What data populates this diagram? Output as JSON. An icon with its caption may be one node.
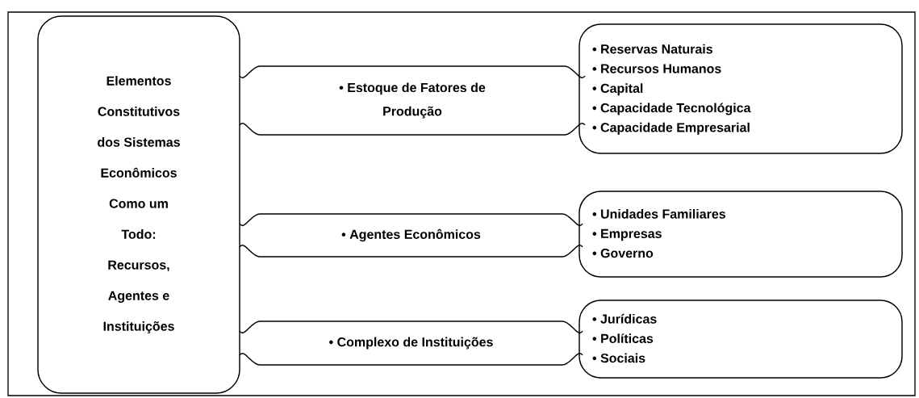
{
  "diagram": {
    "nodes": [
      {
        "text": [
          "Elementos Constitutivos dos Sistemas Econômicos Como um Todo: Recursos, Agentes e Instituições"
        ]
      },
      {
        "text": [
          "• Estoque de Fatores de Produção"
        ]
      },
      {
        "text": [
          "• Reservas Naturais",
          "• Recursos Humanos",
          "• Capital",
          "• Capacidade Tecnológica",
          "• Capacidade Empresarial"
        ]
      },
      {
        "text": [
          "• Agentes Econômicos"
        ]
      },
      {
        "text": [
          "• Unidades Familiares",
          "• Empresas",
          "• Governo"
        ]
      },
      {
        "text": [
          "• Complexo de Instituições"
        ]
      },
      {
        "text": [
          "• Jurídicas",
          "• Políticas",
          "• Sociais"
        ]
      }
    ]
  }
}
